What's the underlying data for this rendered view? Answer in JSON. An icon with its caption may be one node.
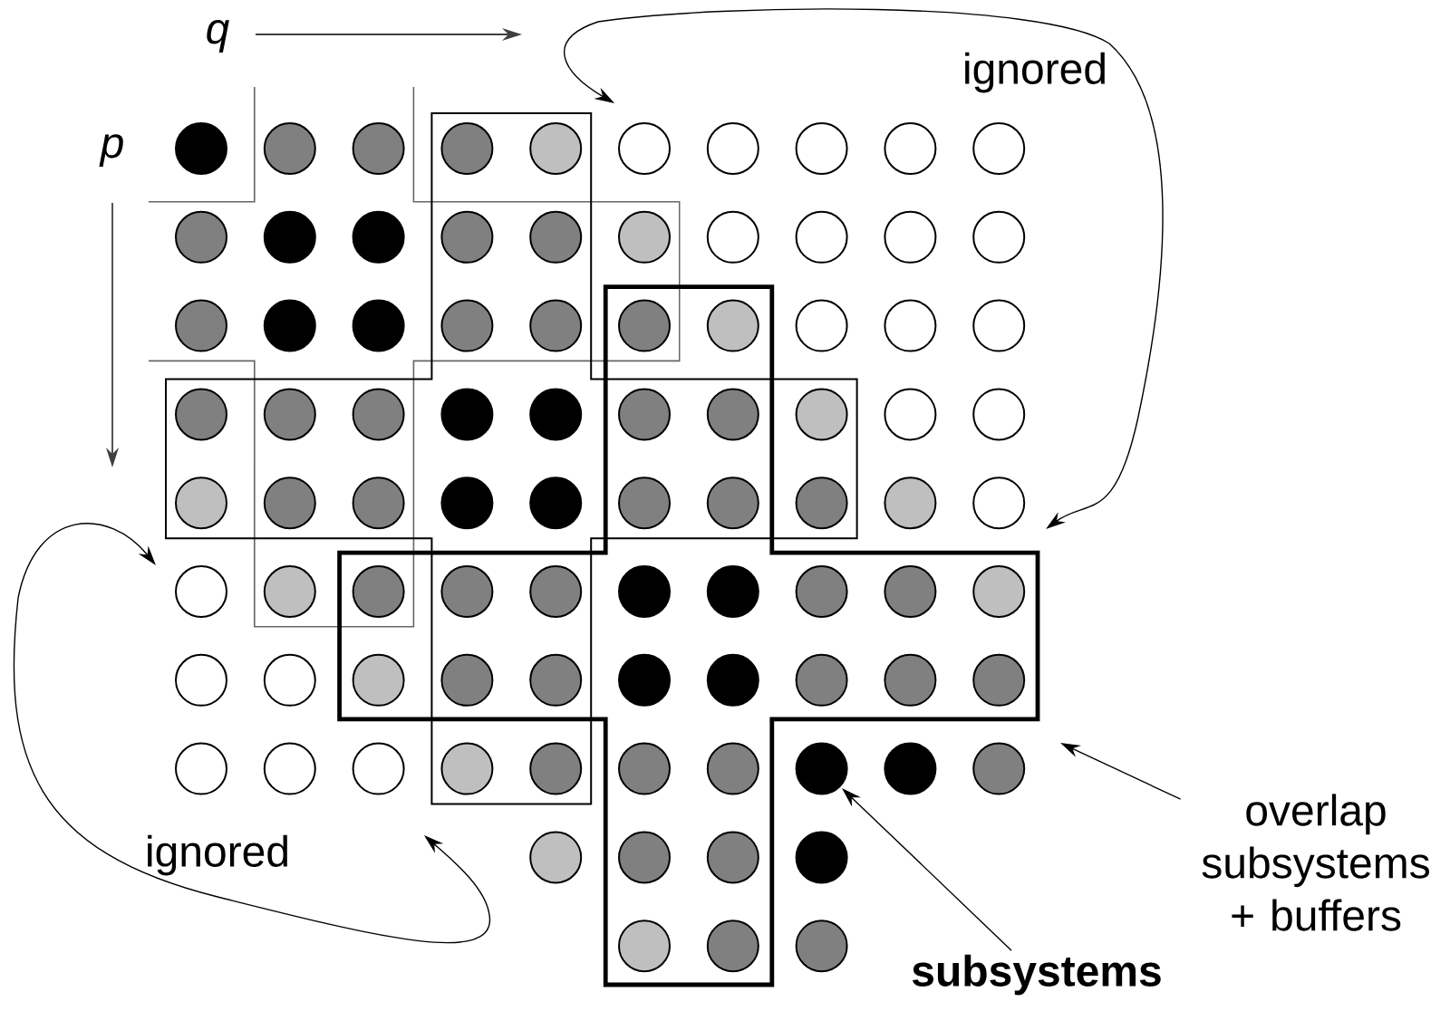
{
  "diagram": {
    "nodes": [
      {
        "text": [
          "overlap subsystems + buffers"
        ]
      },
      {
        "text": [
          "subsystems"
        ]
      },
      {
        "text": [],
        "shape": "circle"
      },
      {
        "text": [],
        "shape": "circle"
      },
      {
        "text": [],
        "shape": "circle"
      },
      {
        "text": [],
        "shape": "circle"
      },
      {
        "text": [],
        "shape": "circle"
      },
      {
        "text": [],
        "shape": "circle"
      },
      {
        "text": [],
        "shape": "circle"
      },
      {
        "text": [],
        "shape": "circle"
      },
      {
        "text": [],
        "shape": "circle"
      },
      {
        "text": [],
        "shape": "circle"
      },
      {
        "text": [],
        "shape": "circle"
      },
      {
        "text": [],
        "shape": "circle"
      },
      {
        "text": [],
        "shape": "circle"
      },
      {
        "text": [],
        "shape": "circle"
      },
      {
        "text": [],
        "shape": "circle"
      },
      {
        "text": [],
        "shape": "circle"
      },
      {
        "text": [],
        "shape": "circle"
      },
      {
        "text": [],
        "shape": "circle"
      },
      {
        "text": [],
        "shape": "circle"
      },
      {
        "text": [],
        "shape": "circle"
      },
      {
        "text": [],
        "shape": "circle"
      },
      {
        "text": [],
        "shape": "circle"
      },
      {
        "text": [],
        "shape": "circle"
      },
      {
        "text": [],
        "shape": "circle"
      },
      {
        "text": [],
        "shape": "circle"
      },
      {
        "text": [],
        "shape": "circle"
      },
      {
        "text": [],
        "shape": "circle"
      },
      {
        "text": [],
        "shape": "circle"
      },
      {
        "text": [],
        "shape": "circle"
      },
      {
        "text": [],
        "shape": "circle"
      },
      {
        "text": [],
        "shape": "circle"
      },
      {
        "text": [],
        "shape": "circle"
      },
      {
        "text": [],
        "shape": "circle"
      },
      {
        "text": [],
        "shape": "circle"
      },
      {
        "text": [],
        "shape": "circle"
      },
      {
        "text": [],
        "shape": "circle"
      },
      {
        "text": [],
        "shape": "circle"
      },
      {
        "text": [],
        "shape": "circle"
      },
      {
        "text": [],
        "shape": "circle"
      },
      {
        "text": [],
        "shape": "circle"
      },
      {
        "text": [],
        "shape": "circle"
      },
      {
        "text": [],
        "shape": "circle"
      },
      {
        "text": [],
        "shape": "circle"
      },
      {
        "text": [],
        "shape": "circle"
      },
      {
        "text": [],
        "shape": "circle"
      },
      {
        "text": [],
        "shape": "circle"
      },
      {
        "text": [],
        "shape": "circle"
      },
      {
        "text": [],
        "shape": "circle"
      },
      {
        "text": [],
        "shape": "circle"
      },
      {
        "text": [],
        "shape": "circle"
      },
      {
        "text": [],
        "shape": "circle"
      },
      {
        "text": [],
        "shape": "circle"
      },
      {
        "text": [],
        "shape": "circle"
      },
      {
        "text": [],
        "shape": "circle"
      },
      {
        "text": [],
        "shape": "circle"
      },
      {
        "text": [],
        "shape": "circle"
      },
      {
        "text": [],
        "shape": "circle"
      },
      {
        "text": [],
        "shape": "circle"
      },
      {
        "text": [],
        "shape": "circle"
      },
      {
        "text": [],
        "shape": "circle"
      },
      {
        "text": [],
        "shape": "circle"
      },
      {
        "text": [],
        "shape": "circle"
      },
      {
        "text": [],
        "shape": "circle"
      },
      {
        "text": [],
        "shape": "circle"
      },
      {
        "text": [],
        "shape": "circle"
      },
      {
        "text": [],
        "shape": "circle"
      },
      {
        "text": [],
        "shape": "circle"
      },
      {
        "text": [],
        "shape": "circle"
      },
      {
        "text": [],
        "shape": "circle"
      },
      {
        "text": [],
        "shape": "circle"
      },
      {
        "text": [],
        "shape": "circle"
      },
      {
        "text": [],
        "shape": "circle"
      },
      {
        "text": [],
        "shape": "circle"
      },
      {
        "text": [],
        "shape": "circle"
      },
      {
        "text": [],
        "shape": "circle"
      },
      {
        "text": [],
        "shape": "circle"
      },
      {
        "text": [],
        "shape": "circle"
      },
      {
        "text": [],
        "shape": "circle"
      },
      {
        "text": [],
        "shape": "circle"
      },
      {
        "text": [],
        "shape": "circle"
      },
      {
        "text": [],
        "shape": "circle"
      },
      {
        "text": [],
        "shape": "circle"
      },
      {
        "text": [],
        "shape": "circle"
      },
      {
        "text": [],
        "shape": "circle"
      },
      {
        "text": [],
        "shape": "circle"
      },
      {
        "text": [],
        "shape": "circle"
      },
      {
        "text": [],
        "shape": "circle"
      }
    ],
    "edges": [
      {
        "from": 0,
        "to": null,
        "arrow": "to"
      },
      {
        "from": 1,
        "to": 79,
        "arrow": "to"
      }
    ],
    "labels": [
      "q",
      "p",
      "ignored",
      "ignored"
    ]
  }
}
